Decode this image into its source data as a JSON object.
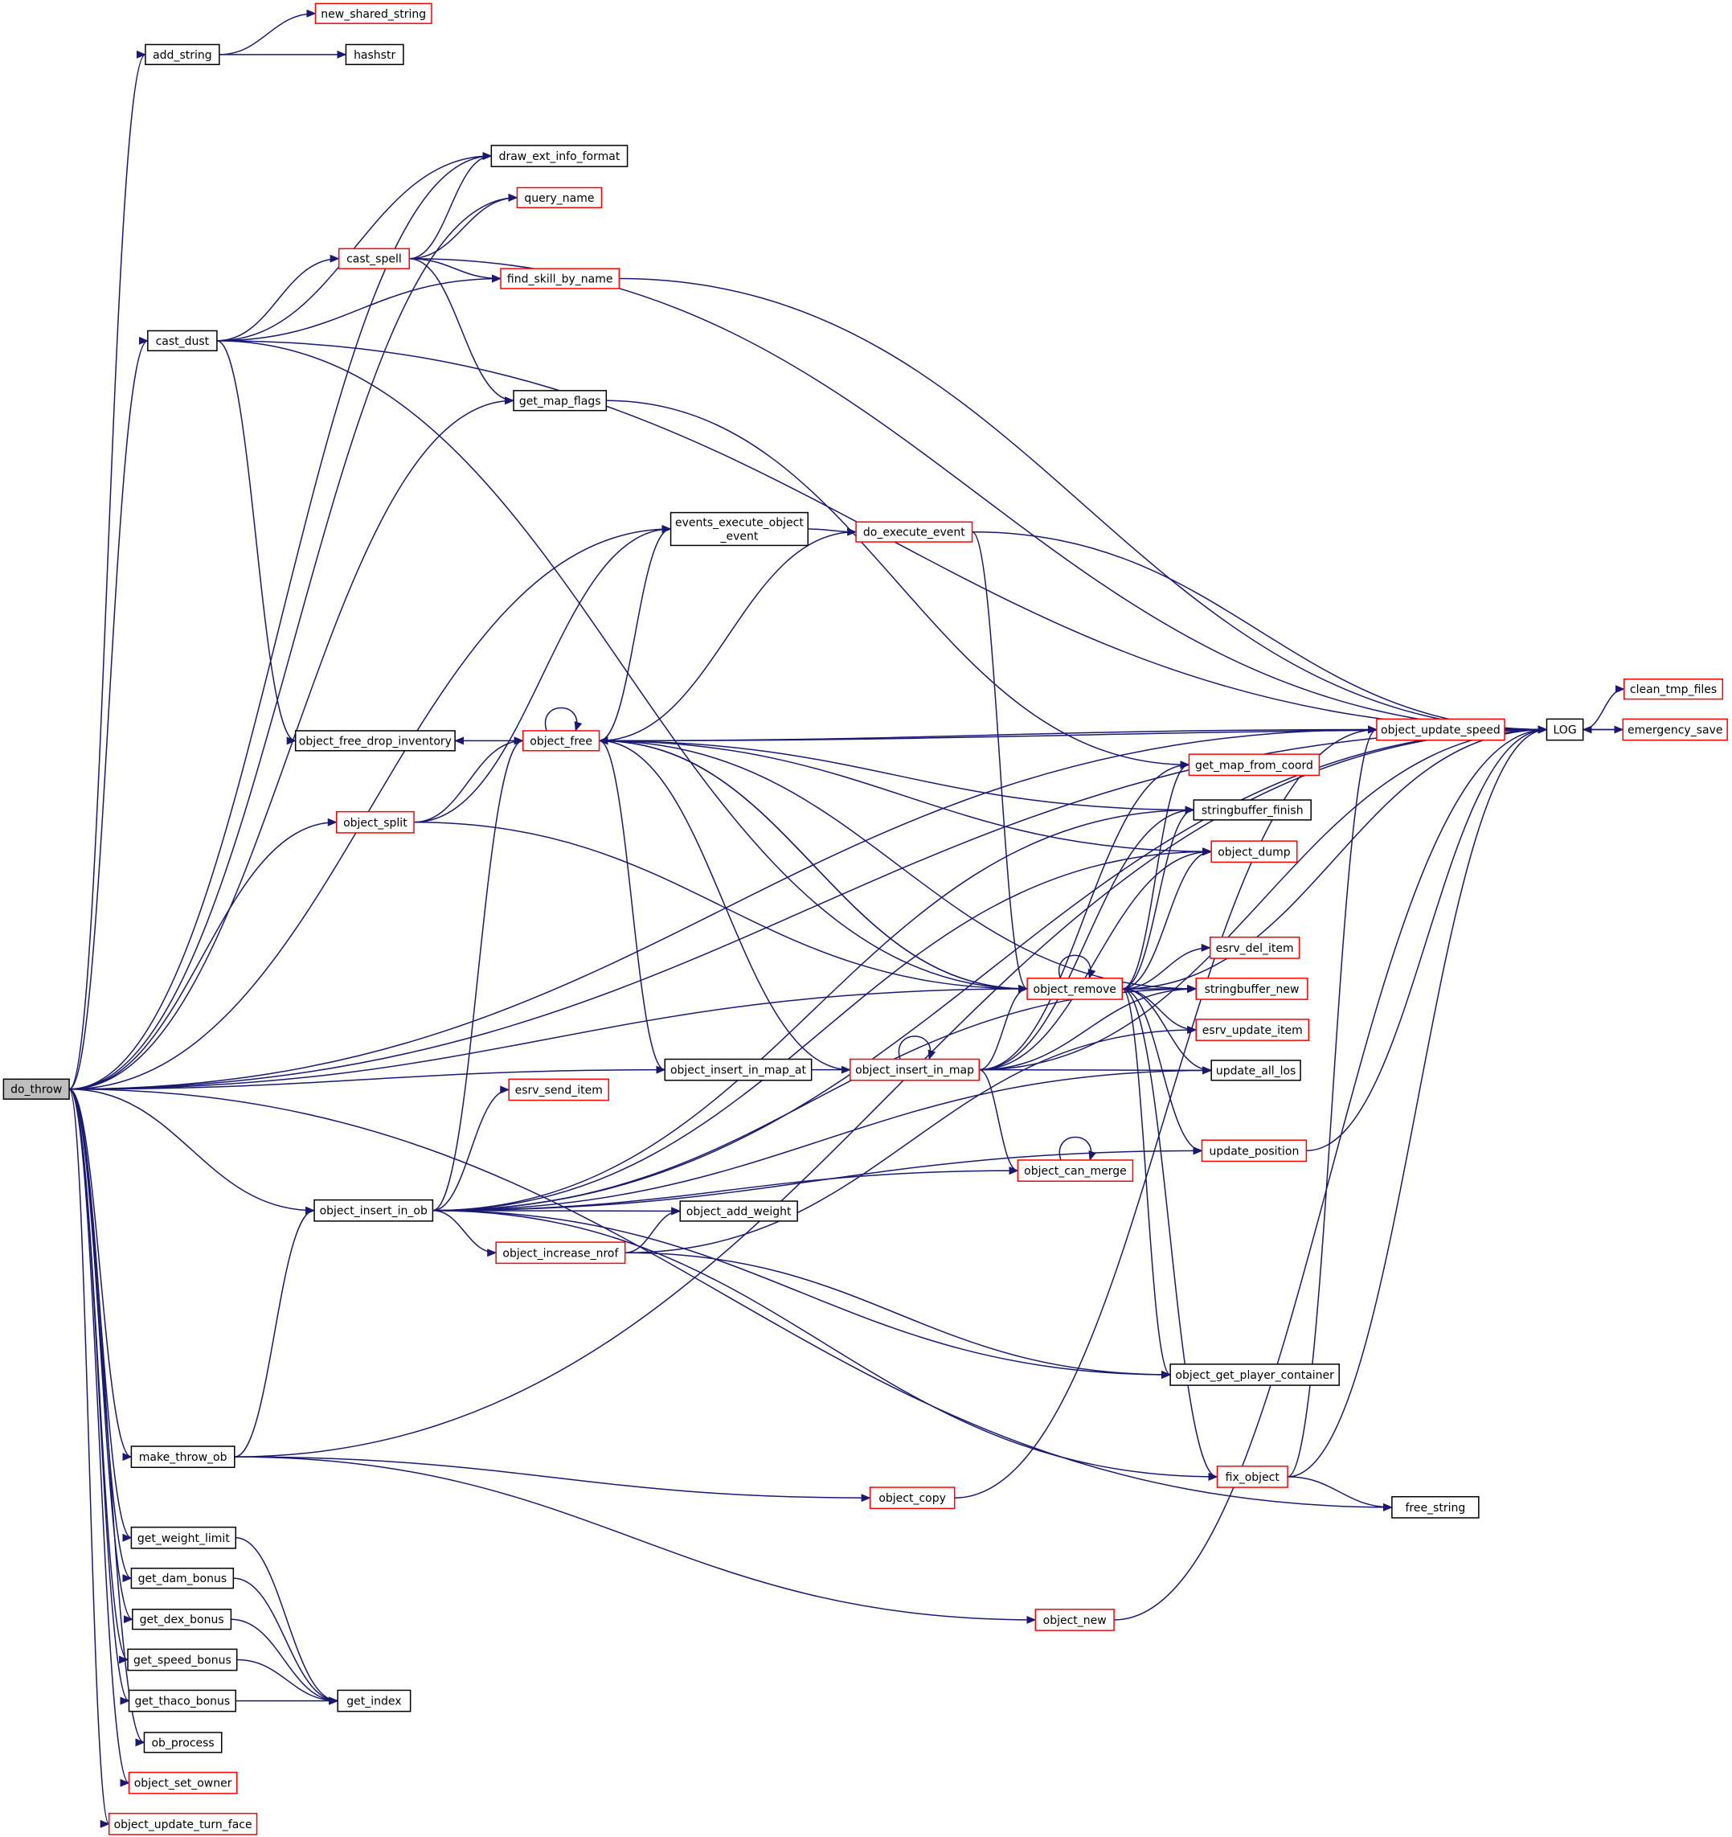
{
  "colors": {
    "edge": "#191970",
    "border_default": "#000000",
    "border_truncated": "#ff0000",
    "root_fill": "#bfbfbf",
    "node_fill": "#ffffff"
  },
  "nodes": [
    {
      "id": "do_throw",
      "lines": [
        "do_throw"
      ],
      "style": "root"
    },
    {
      "id": "add_string",
      "lines": [
        "add_string"
      ],
      "style": "normal"
    },
    {
      "id": "new_shared_string",
      "lines": [
        "new_shared_string"
      ],
      "style": "truncated"
    },
    {
      "id": "hashstr",
      "lines": [
        "hashstr"
      ],
      "style": "normal"
    },
    {
      "id": "draw_ext_info_format",
      "lines": [
        "draw_ext_info_format"
      ],
      "style": "normal"
    },
    {
      "id": "query_name",
      "lines": [
        "query_name"
      ],
      "style": "truncated"
    },
    {
      "id": "cast_spell",
      "lines": [
        "cast_spell"
      ],
      "style": "truncated"
    },
    {
      "id": "find_skill_by_name",
      "lines": [
        "find_skill_by_name"
      ],
      "style": "truncated"
    },
    {
      "id": "cast_dust",
      "lines": [
        "cast_dust"
      ],
      "style": "normal"
    },
    {
      "id": "get_map_flags",
      "lines": [
        "get_map_flags"
      ],
      "style": "normal"
    },
    {
      "id": "events_execute_object_event",
      "lines": [
        "events_execute_object",
        "_event"
      ],
      "style": "normal"
    },
    {
      "id": "do_execute_event",
      "lines": [
        "do_execute_event"
      ],
      "style": "truncated"
    },
    {
      "id": "object_free_drop_inventory",
      "lines": [
        "object_free_drop_inventory"
      ],
      "style": "normal"
    },
    {
      "id": "object_free",
      "lines": [
        "object_free"
      ],
      "style": "truncated"
    },
    {
      "id": "object_update_speed",
      "lines": [
        "object_update_speed"
      ],
      "style": "truncated"
    },
    {
      "id": "LOG",
      "lines": [
        "LOG"
      ],
      "style": "normal"
    },
    {
      "id": "clean_tmp_files",
      "lines": [
        "clean_tmp_files"
      ],
      "style": "truncated"
    },
    {
      "id": "emergency_save",
      "lines": [
        "emergency_save"
      ],
      "style": "truncated"
    },
    {
      "id": "get_map_from_coord",
      "lines": [
        "get_map_from_coord"
      ],
      "style": "truncated"
    },
    {
      "id": "stringbuffer_finish",
      "lines": [
        "stringbuffer_finish"
      ],
      "style": "normal"
    },
    {
      "id": "object_split",
      "lines": [
        "object_split"
      ],
      "style": "truncated"
    },
    {
      "id": "object_dump",
      "lines": [
        "object_dump"
      ],
      "style": "truncated"
    },
    {
      "id": "esrv_del_item",
      "lines": [
        "esrv_del_item"
      ],
      "style": "truncated"
    },
    {
      "id": "object_remove",
      "lines": [
        "object_remove"
      ],
      "style": "truncated"
    },
    {
      "id": "stringbuffer_new",
      "lines": [
        "stringbuffer_new"
      ],
      "style": "truncated"
    },
    {
      "id": "esrv_update_item",
      "lines": [
        "esrv_update_item"
      ],
      "style": "truncated"
    },
    {
      "id": "object_insert_in_map_at",
      "lines": [
        "object_insert_in_map_at"
      ],
      "style": "normal"
    },
    {
      "id": "object_insert_in_map",
      "lines": [
        "object_insert_in_map"
      ],
      "style": "truncated"
    },
    {
      "id": "update_all_los",
      "lines": [
        "update_all_los"
      ],
      "style": "normal"
    },
    {
      "id": "esrv_send_item",
      "lines": [
        "esrv_send_item"
      ],
      "style": "truncated"
    },
    {
      "id": "update_position",
      "lines": [
        "update_position"
      ],
      "style": "truncated"
    },
    {
      "id": "object_can_merge",
      "lines": [
        "object_can_merge"
      ],
      "style": "truncated"
    },
    {
      "id": "object_insert_in_ob",
      "lines": [
        "object_insert_in_ob"
      ],
      "style": "normal"
    },
    {
      "id": "object_add_weight",
      "lines": [
        "object_add_weight"
      ],
      "style": "normal"
    },
    {
      "id": "object_increase_nrof",
      "lines": [
        "object_increase_nrof"
      ],
      "style": "truncated"
    },
    {
      "id": "object_get_player_container",
      "lines": [
        "object_get_player_container"
      ],
      "style": "normal"
    },
    {
      "id": "make_throw_ob",
      "lines": [
        "make_throw_ob"
      ],
      "style": "normal"
    },
    {
      "id": "fix_object",
      "lines": [
        "fix_object"
      ],
      "style": "truncated"
    },
    {
      "id": "object_copy",
      "lines": [
        "object_copy"
      ],
      "style": "truncated"
    },
    {
      "id": "free_string",
      "lines": [
        "free_string"
      ],
      "style": "normal"
    },
    {
      "id": "get_weight_limit",
      "lines": [
        "get_weight_limit"
      ],
      "style": "normal"
    },
    {
      "id": "get_dam_bonus",
      "lines": [
        "get_dam_bonus"
      ],
      "style": "normal"
    },
    {
      "id": "object_new",
      "lines": [
        "object_new"
      ],
      "style": "truncated"
    },
    {
      "id": "get_dex_bonus",
      "lines": [
        "get_dex_bonus"
      ],
      "style": "normal"
    },
    {
      "id": "get_speed_bonus",
      "lines": [
        "get_speed_bonus"
      ],
      "style": "normal"
    },
    {
      "id": "get_index",
      "lines": [
        "get_index"
      ],
      "style": "normal"
    },
    {
      "id": "get_thaco_bonus",
      "lines": [
        "get_thaco_bonus"
      ],
      "style": "normal"
    },
    {
      "id": "ob_process",
      "lines": [
        "ob_process"
      ],
      "style": "normal"
    },
    {
      "id": "object_set_owner",
      "lines": [
        "object_set_owner"
      ],
      "style": "truncated"
    },
    {
      "id": "object_update_turn_face",
      "lines": [
        "object_update_turn_face"
      ],
      "style": "truncated"
    }
  ],
  "edges": [
    [
      "do_throw",
      "add_string"
    ],
    [
      "add_string",
      "new_shared_string"
    ],
    [
      "add_string",
      "hashstr"
    ],
    [
      "do_throw",
      "LOG"
    ],
    [
      "do_throw",
      "draw_ext_info_format"
    ],
    [
      "do_throw",
      "query_name"
    ],
    [
      "do_throw",
      "cast_dust"
    ],
    [
      "cast_dust",
      "draw_ext_info_format"
    ],
    [
      "cast_dust",
      "cast_spell"
    ],
    [
      "cast_spell",
      "draw_ext_info_format"
    ],
    [
      "cast_spell",
      "query_name"
    ],
    [
      "cast_spell",
      "LOG"
    ],
    [
      "cast_spell",
      "find_skill_by_name"
    ],
    [
      "cast_spell",
      "get_map_flags"
    ],
    [
      "find_skill_by_name",
      "LOG"
    ],
    [
      "cast_dust",
      "find_skill_by_name"
    ],
    [
      "cast_dust",
      "LOG"
    ],
    [
      "cast_dust",
      "object_free_drop_inventory"
    ],
    [
      "cast_dust",
      "object_remove"
    ],
    [
      "do_throw",
      "object_update_speed"
    ],
    [
      "do_throw",
      "get_map_flags"
    ],
    [
      "get_map_flags",
      "get_map_from_coord"
    ],
    [
      "do_throw",
      "events_execute_object_event"
    ],
    [
      "events_execute_object_event",
      "do_execute_event"
    ],
    [
      "do_execute_event",
      "LOG"
    ],
    [
      "do_execute_event",
      "object_free"
    ],
    [
      "do_execute_event",
      "object_remove"
    ],
    [
      "object_free",
      "events_execute_object_event"
    ],
    [
      "object_free",
      "object_free"
    ],
    [
      "object_free",
      "object_free_drop_inventory"
    ],
    [
      "object_free",
      "LOG"
    ],
    [
      "object_free",
      "object_update_speed"
    ],
    [
      "object_free",
      "stringbuffer_finish"
    ],
    [
      "object_free",
      "object_dump"
    ],
    [
      "object_free",
      "object_remove"
    ],
    [
      "object_free",
      "stringbuffer_new"
    ],
    [
      "object_free",
      "object_insert_in_map_at"
    ],
    [
      "object_update_speed",
      "LOG"
    ],
    [
      "LOG",
      "clean_tmp_files"
    ],
    [
      "LOG",
      "emergency_save"
    ],
    [
      "emergency_save",
      "LOG"
    ],
    [
      "do_throw",
      "object_split"
    ],
    [
      "object_split",
      "object_free"
    ],
    [
      "object_split",
      "events_execute_object_event"
    ],
    [
      "object_split",
      "object_remove"
    ],
    [
      "do_throw",
      "object_remove"
    ],
    [
      "object_remove",
      "object_remove"
    ],
    [
      "object_remove",
      "object_free"
    ],
    [
      "object_remove",
      "get_map_from_coord"
    ],
    [
      "object_remove",
      "stringbuffer_finish"
    ],
    [
      "object_remove",
      "object_dump"
    ],
    [
      "object_remove",
      "LOG"
    ],
    [
      "object_remove",
      "esrv_del_item"
    ],
    [
      "object_remove",
      "stringbuffer_new"
    ],
    [
      "object_remove",
      "esrv_update_item"
    ],
    [
      "object_remove",
      "update_all_los"
    ],
    [
      "object_remove",
      "update_position"
    ],
    [
      "object_remove",
      "object_get_player_container"
    ],
    [
      "object_remove",
      "fix_object"
    ],
    [
      "do_throw",
      "object_insert_in_map_at"
    ],
    [
      "object_insert_in_map_at",
      "object_insert_in_map"
    ],
    [
      "object_insert_in_map",
      "object_insert_in_map"
    ],
    [
      "object_insert_in_map",
      "object_free"
    ],
    [
      "object_insert_in_map",
      "get_map_from_coord"
    ],
    [
      "object_insert_in_map",
      "stringbuffer_finish"
    ],
    [
      "object_insert_in_map",
      "object_dump"
    ],
    [
      "object_insert_in_map",
      "object_remove"
    ],
    [
      "object_insert_in_map",
      "stringbuffer_new"
    ],
    [
      "object_insert_in_map",
      "update_all_los"
    ],
    [
      "object_insert_in_map",
      "LOG"
    ],
    [
      "object_insert_in_map",
      "object_can_merge"
    ],
    [
      "object_can_merge",
      "object_can_merge"
    ],
    [
      "update_position",
      "LOG"
    ],
    [
      "do_throw",
      "object_insert_in_ob"
    ],
    [
      "object_insert_in_ob",
      "esrv_send_item"
    ],
    [
      "object_insert_in_ob",
      "object_free"
    ],
    [
      "object_insert_in_ob",
      "stringbuffer_finish"
    ],
    [
      "object_insert_in_ob",
      "object_dump"
    ],
    [
      "object_insert_in_ob",
      "object_can_merge"
    ],
    [
      "object_insert_in_ob",
      "update_all_los"
    ],
    [
      "object_insert_in_ob",
      "object_add_weight"
    ],
    [
      "object_insert_in_ob",
      "object_increase_nrof"
    ],
    [
      "object_insert_in_ob",
      "stringbuffer_new"
    ],
    [
      "object_insert_in_ob",
      "update_position"
    ],
    [
      "object_insert_in_ob",
      "object_get_player_container"
    ],
    [
      "object_insert_in_ob",
      "fix_object"
    ],
    [
      "object_insert_in_ob",
      "LOG"
    ],
    [
      "object_increase_nrof",
      "object_add_weight"
    ],
    [
      "object_increase_nrof",
      "esrv_update_item"
    ],
    [
      "object_increase_nrof",
      "object_get_player_container"
    ],
    [
      "fix_object",
      "object_update_speed"
    ],
    [
      "fix_object",
      "LOG"
    ],
    [
      "fix_object",
      "free_string"
    ],
    [
      "do_throw",
      "make_throw_ob"
    ],
    [
      "make_throw_ob",
      "object_insert_in_ob"
    ],
    [
      "make_throw_ob",
      "object_copy"
    ],
    [
      "make_throw_ob",
      "object_new"
    ],
    [
      "make_throw_ob",
      "LOG"
    ],
    [
      "object_copy",
      "object_update_speed"
    ],
    [
      "object_new",
      "LOG"
    ],
    [
      "do_throw",
      "free_string"
    ],
    [
      "do_throw",
      "get_weight_limit"
    ],
    [
      "get_weight_limit",
      "get_index"
    ],
    [
      "do_throw",
      "get_dam_bonus"
    ],
    [
      "get_dam_bonus",
      "get_index"
    ],
    [
      "do_throw",
      "get_dex_bonus"
    ],
    [
      "get_dex_bonus",
      "get_index"
    ],
    [
      "do_throw",
      "get_speed_bonus"
    ],
    [
      "get_speed_bonus",
      "get_index"
    ],
    [
      "do_throw",
      "get_thaco_bonus"
    ],
    [
      "get_thaco_bonus",
      "get_index"
    ],
    [
      "do_throw",
      "ob_process"
    ],
    [
      "do_throw",
      "object_set_owner"
    ],
    [
      "do_throw",
      "object_update_turn_face"
    ]
  ]
}
